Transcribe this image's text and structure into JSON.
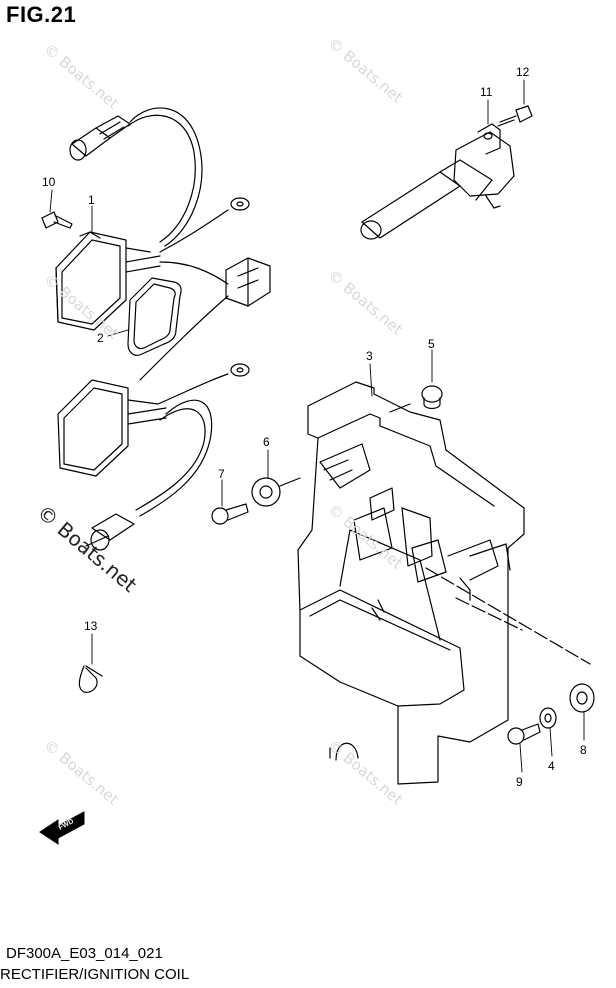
{
  "figure": {
    "title": "FIG.21",
    "code": "DF300A_E03_014_021",
    "caption": "RECTIFIER/IGNITION COIL"
  },
  "watermark": {
    "text": "© Boats.net",
    "color": "#d8d8d8"
  },
  "direction_badge": {
    "label": "FWD",
    "icon": "forward-arrow-icon"
  },
  "callouts": [
    "1",
    "2",
    "3",
    "4",
    "5",
    "6",
    "7",
    "8",
    "9",
    "10",
    "11",
    "12",
    "13"
  ]
}
